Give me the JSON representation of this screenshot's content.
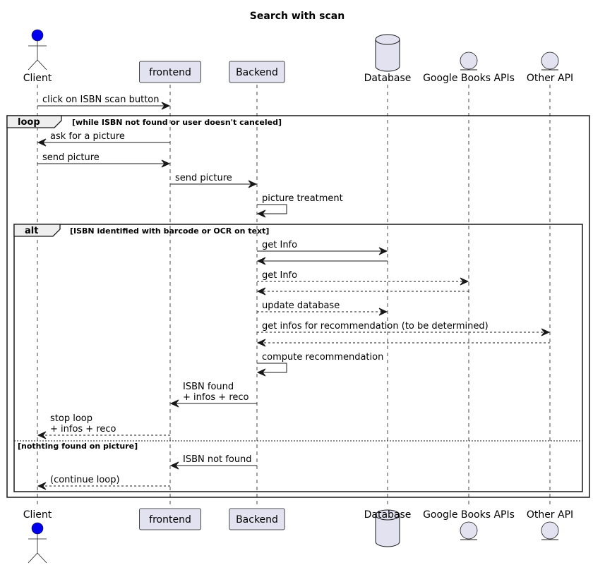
{
  "title": "Search with scan",
  "participants": [
    {
      "id": "client",
      "label": "Client",
      "kind": "actor",
      "color": "#0000ee"
    },
    {
      "id": "frontend",
      "label": "frontend",
      "kind": "box"
    },
    {
      "id": "backend",
      "label": "Backend",
      "kind": "box"
    },
    {
      "id": "database",
      "label": "Database",
      "kind": "database"
    },
    {
      "id": "google",
      "label": "Google Books APIs",
      "kind": "entity"
    },
    {
      "id": "other",
      "label": "Other API",
      "kind": "entity"
    }
  ],
  "colors": {
    "box_fill": "#e2e2f0",
    "box_stroke": "#181818",
    "actor_fill": "#0000ee",
    "line": "#181818",
    "frame_tab_fill": "#eeeeee"
  },
  "messages": [
    {
      "from": "client",
      "to": "frontend",
      "label": [
        "click on ISBN scan button"
      ],
      "style": "solid"
    },
    {
      "from": "frontend",
      "to": "client",
      "label": [
        "ask for a picture"
      ],
      "style": "solid"
    },
    {
      "from": "client",
      "to": "frontend",
      "label": [
        "send picture"
      ],
      "style": "solid"
    },
    {
      "from": "frontend",
      "to": "backend",
      "label": [
        "send picture"
      ],
      "style": "solid"
    },
    {
      "from": "backend",
      "to": "backend",
      "label": [
        "picture treatment"
      ],
      "style": "solid"
    },
    {
      "from": "backend",
      "to": "database",
      "label": [
        "get Info"
      ],
      "style": "solid"
    },
    {
      "from": "database",
      "to": "backend",
      "label": [],
      "style": "solid"
    },
    {
      "from": "backend",
      "to": "google",
      "label": [
        "get Info"
      ],
      "style": "dashed"
    },
    {
      "from": "google",
      "to": "backend",
      "label": [],
      "style": "dashed"
    },
    {
      "from": "backend",
      "to": "database",
      "label": [
        "update database"
      ],
      "style": "dashed"
    },
    {
      "from": "backend",
      "to": "other",
      "label": [
        "get infos for recommendation (to be determined)"
      ],
      "style": "dashed"
    },
    {
      "from": "other",
      "to": "backend",
      "label": [],
      "style": "dashed"
    },
    {
      "from": "backend",
      "to": "backend",
      "label": [
        "compute recommendation"
      ],
      "style": "solid"
    },
    {
      "from": "backend",
      "to": "frontend",
      "label": [
        "ISBN found",
        "+ infos + reco"
      ],
      "style": "solid"
    },
    {
      "from": "frontend",
      "to": "client",
      "label": [
        "stop loop",
        "+ infos + reco"
      ],
      "style": "dashed"
    },
    {
      "from": "backend",
      "to": "frontend",
      "label": [
        "ISBN not found"
      ],
      "style": "solid"
    },
    {
      "from": "frontend",
      "to": "client",
      "label": [
        "(continue loop)"
      ],
      "style": "dashed"
    }
  ],
  "frames": [
    {
      "tag": "loop",
      "guard": "[while ISBN not found or user doesn't canceled]"
    },
    {
      "tag": "alt",
      "guard": "[ISBN identified with barcode or OCR on text]",
      "else_guard": "[nothting found on picture]"
    }
  ]
}
